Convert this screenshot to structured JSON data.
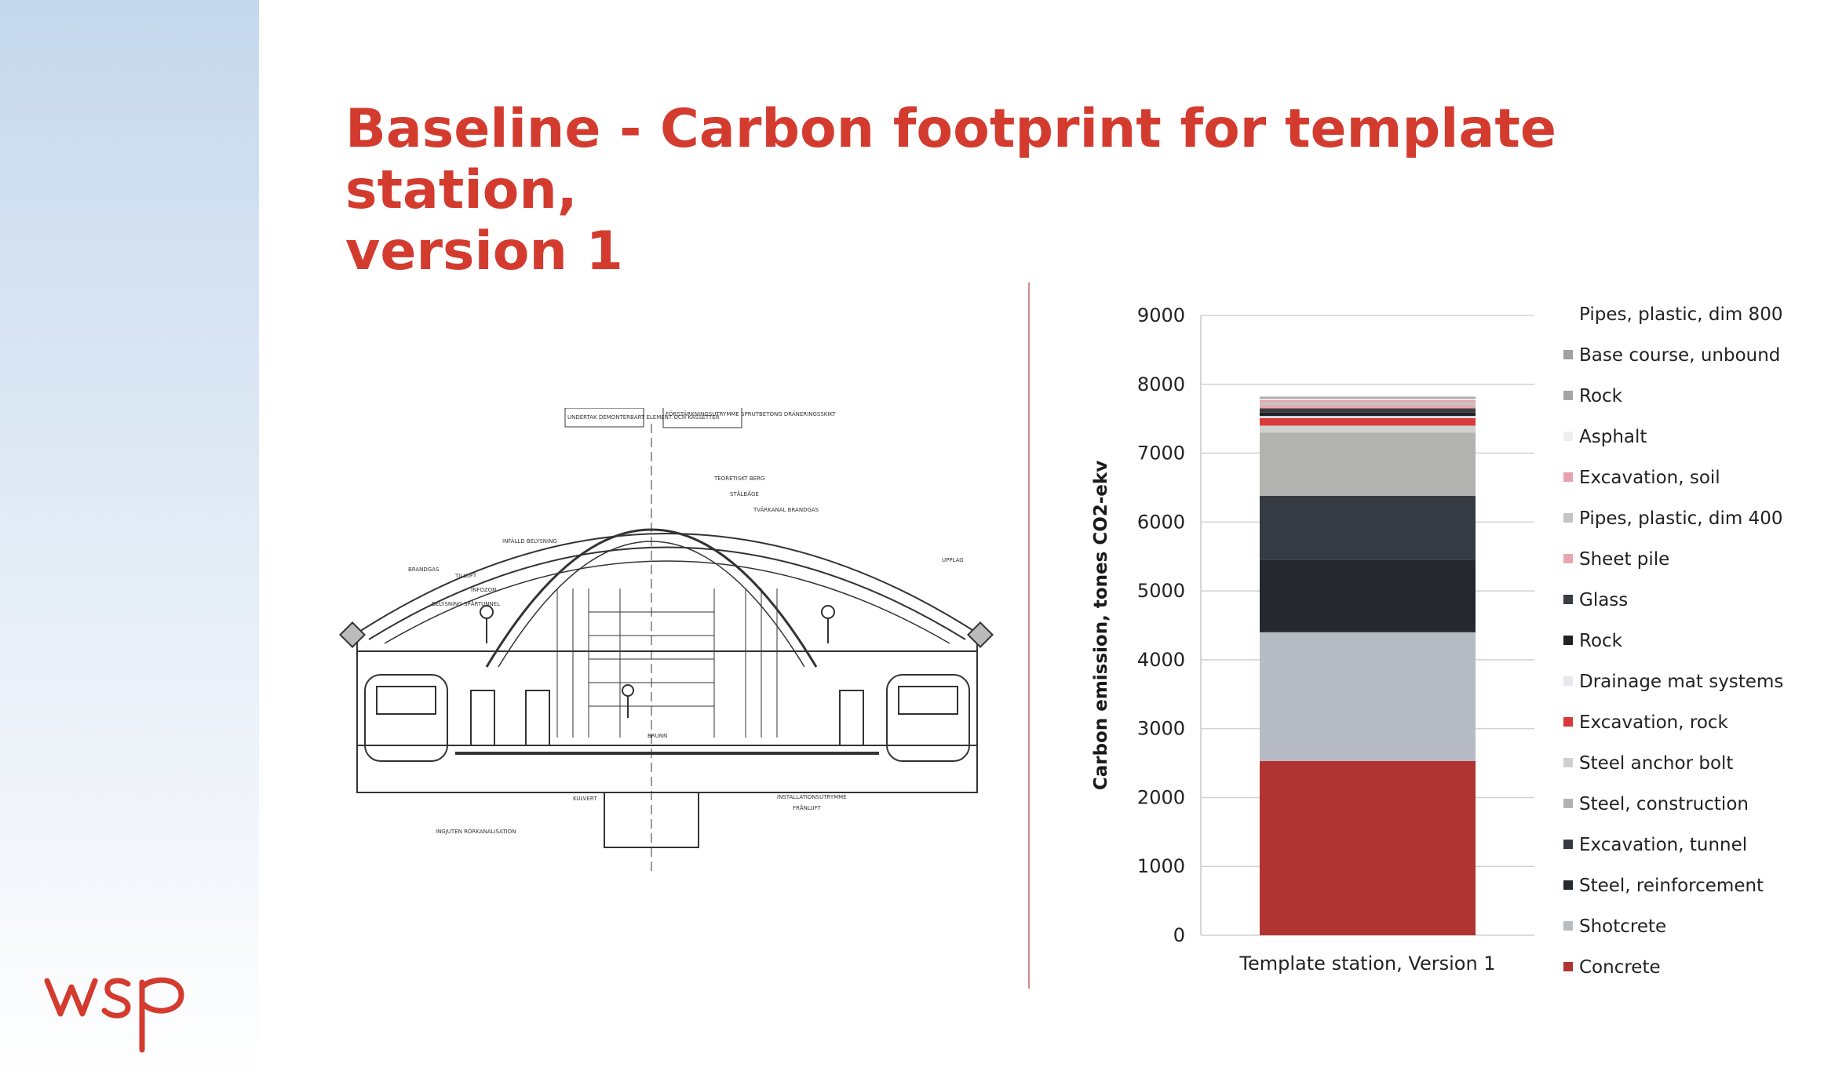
{
  "slide": {
    "title_line1": "Baseline - Carbon footprint for template station,",
    "title_line2": "version 1"
  },
  "logo": {
    "text": "wsp",
    "color": "#d43b2f"
  },
  "drawing": {
    "labels": [
      "UNDERTAK DEMONTERBART ELEMENT OCH KASSETTER",
      "FÖRSTÄRKNINGSUTRYMME SPRUTBETONG DRÄNERINGSSKIKT",
      "TEORETISKT BERG",
      "STÅLBÅGE",
      "TVÄRKANAL BRANDGAS",
      "UPPLAG",
      "INFÄLLD BELYSNING",
      "TILLUFT",
      "INFOZON",
      "BELYSNING SPÅRTUNNEL",
      "BRANDGAS",
      "BRUNN",
      "KULVERT",
      "INSTALLATIONSUTRYMME",
      "FRÅNLUFT",
      "INGJUTEN RÖRKANALISATION"
    ]
  },
  "chart_data": {
    "type": "bar",
    "stacked": true,
    "categories": [
      "Template station, Version 1"
    ],
    "ylabel": "Carbon emission, tones CO2-ekv",
    "xlabel": "",
    "ylim": [
      0,
      9000
    ],
    "yticks": [
      0,
      1000,
      2000,
      3000,
      4000,
      5000,
      6000,
      7000,
      8000,
      9000
    ],
    "grid": true,
    "legend_position": "right",
    "series": [
      {
        "name": "Concrete",
        "values": [
          2530
        ],
        "color": "#b03432"
      },
      {
        "name": "Shotcrete",
        "values": [
          1870
        ],
        "color": "#b7bcc4"
      },
      {
        "name": "Steel, reinforcement",
        "values": [
          1050
        ],
        "color": "#25282c"
      },
      {
        "name": "Excavation, tunnel",
        "values": [
          930
        ],
        "color": "#363b43"
      },
      {
        "name": "Steel, construction",
        "values": [
          920
        ],
        "color": "#b2b2b0"
      },
      {
        "name": "Steel anchor bolt",
        "values": [
          100
        ],
        "color": "#cfcfcf"
      },
      {
        "name": "Excavation, rock",
        "values": [
          110
        ],
        "color": "#d93a39"
      },
      {
        "name": "Drainage mat systems",
        "values": [
          30
        ],
        "color": "#e8e9ec"
      },
      {
        "name": "Rock",
        "values": [
          50
        ],
        "color": "#1f2124"
      },
      {
        "name": "Glass",
        "values": [
          60
        ],
        "color": "#3a3d42"
      },
      {
        "name": "Sheet pile",
        "values": [
          50
        ],
        "color": "#e8a7ad"
      },
      {
        "name": "Pipes, plastic, dim 400",
        "values": [
          40
        ],
        "color": "#c4c4c4"
      },
      {
        "name": "Excavation, soil",
        "values": [
          30
        ],
        "color": "#e8a2ac"
      },
      {
        "name": "Asphalt",
        "values": [
          20
        ],
        "color": "#eeeeee"
      },
      {
        "name": "Rock",
        "values": [
          20
        ],
        "color": "#a5a5a5"
      },
      {
        "name": "Base course, unbound",
        "values": [
          10
        ],
        "color": "#a0a0a0"
      },
      {
        "name": "Pipes, plastic, dim 800",
        "values": [
          5
        ],
        "color": "#ffffff"
      }
    ]
  }
}
